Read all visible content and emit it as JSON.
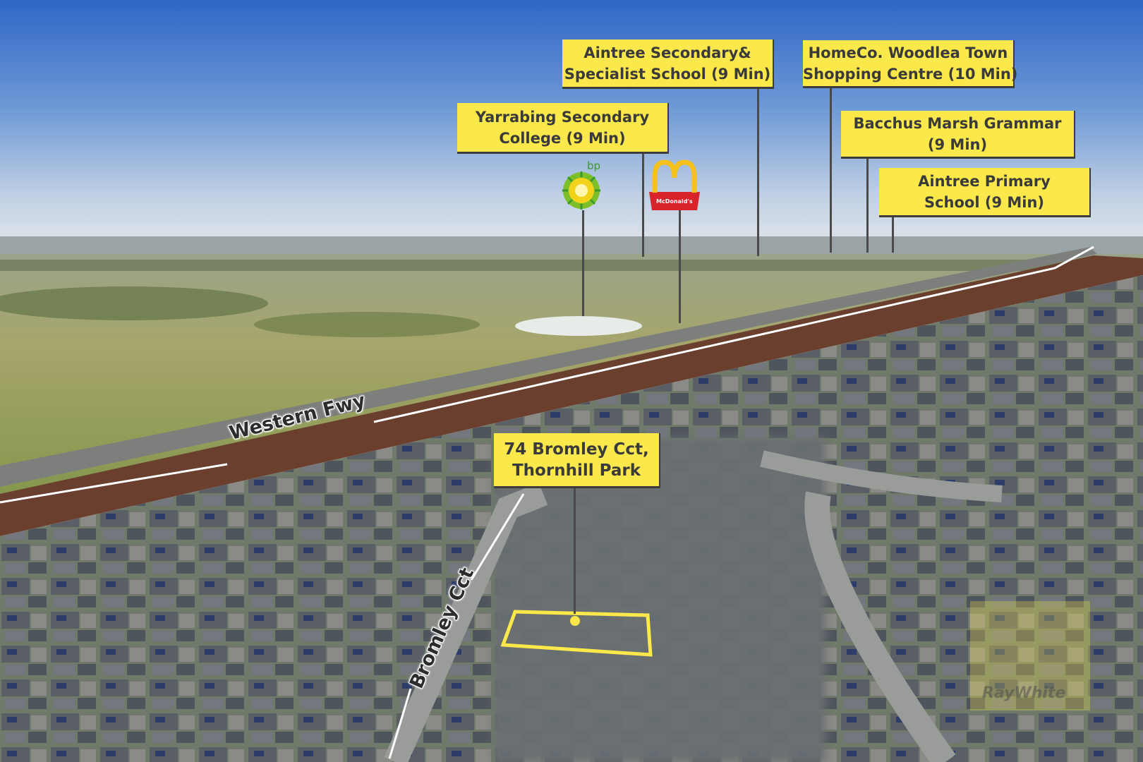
{
  "callouts": {
    "aintree_secondary": [
      "Aintree Secondary&",
      "Specialist School (9 Min)"
    ],
    "homeco": [
      "HomeCo. Woodlea Town",
      "Shopping Centre (10 Min)"
    ],
    "yarrabing": [
      "Yarrabing Secondary",
      "College (9 Min)"
    ],
    "bacchus": [
      "Bacchus Marsh Grammar",
      "(9 Min)"
    ],
    "aintree_primary": [
      "Aintree Primary",
      "School (9 Min)"
    ],
    "property": [
      "74 Bromley Cct,",
      "Thornhill Park"
    ]
  },
  "roads": {
    "freeway": "Western Fwy",
    "street": "Bromley Cct"
  },
  "logos": {
    "bp": "bp",
    "mcdonalds": "McDonald's",
    "watermark": "RayWhite"
  },
  "colors": {
    "callout_yellow": "#fbe84a",
    "sky_top": "#3a6fc9",
    "grass": "#8a9a58"
  }
}
